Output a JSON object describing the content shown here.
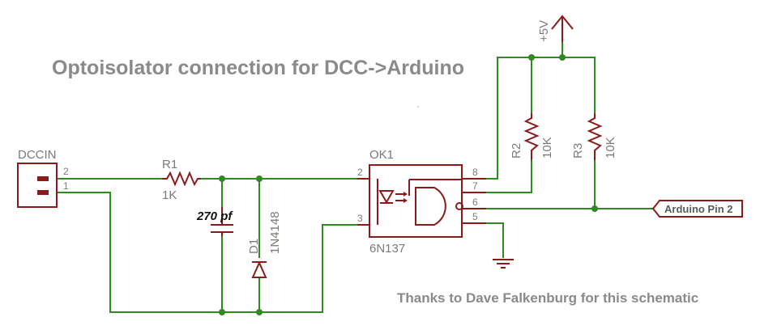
{
  "title": "Optoisolator connection for DCC->Arduino",
  "credit": "Thanks to Dave Falkenburg for this schematic",
  "components": {
    "connector": {
      "name": "DCCIN",
      "pin_top": "2",
      "pin_bottom": "1"
    },
    "r1": {
      "name": "R1",
      "value": "1K"
    },
    "cap": {
      "value": "270 pf"
    },
    "d1": {
      "name": "D1",
      "value": "1N4148"
    },
    "ok1": {
      "name": "OK1",
      "part": "6N137",
      "pins": {
        "p2": "2",
        "p3": "3",
        "p8": "8",
        "p7": "7",
        "p6": "6",
        "p5": "5"
      }
    },
    "r2": {
      "name": "R2",
      "value": "10K"
    },
    "r3": {
      "name": "R3",
      "value": "10K"
    },
    "supply": {
      "label": "+5V"
    },
    "output": {
      "label": "Arduino Pin 2"
    }
  },
  "colors": {
    "wire": "#2f8a1f",
    "component": "#8b1a1a",
    "label": "#7a7a7a"
  }
}
